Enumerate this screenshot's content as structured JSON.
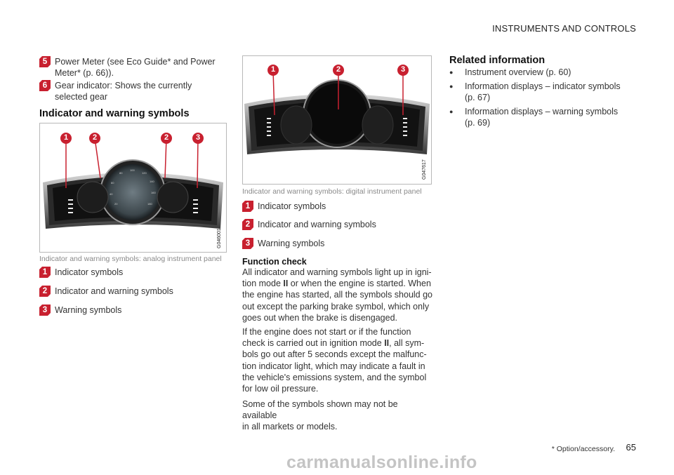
{
  "header": {
    "section": "INSTRUMENTS AND CONTROLS"
  },
  "col1": {
    "items": [
      {
        "num": "5",
        "text": "Power Meter (see Eco Guide* and Power Meter* (p. 66))."
      },
      {
        "num": "6",
        "text": "Gear indicator: Shows the currently selected gear"
      }
    ],
    "heading": "Indicator and warning symbols",
    "figure": {
      "code": "G046001",
      "callouts": [
        "1",
        "2",
        "2",
        "3"
      ],
      "caption": "Indicator and warning symbols: analog instrument panel"
    },
    "legend": [
      {
        "num": "1",
        "text": "Indicator symbols"
      },
      {
        "num": "2",
        "text": "Indicator and warning symbols"
      },
      {
        "num": "3",
        "text": "Warning symbols"
      }
    ]
  },
  "col2": {
    "figure": {
      "code": "G047617",
      "callouts": [
        "1",
        "2",
        "3"
      ],
      "caption": "Indicator and warning symbols: digital instrument panel"
    },
    "legend": [
      {
        "num": "1",
        "text": "Indicator symbols"
      },
      {
        "num": "2",
        "text": "Indicator and warning symbols"
      },
      {
        "num": "3",
        "text": "Warning symbols"
      }
    ],
    "subheading": "Function check",
    "para1": {
      "l1": "All indicator and warning symbols light up in igni-",
      "l2a": "tion mode ",
      "mode": "II",
      "l2b": " or when the engine is started. When",
      "l3": "the engine has started, all the symbols should go",
      "l4": "out except the parking brake symbol, which only",
      "l5": "goes out when the brake is disengaged."
    },
    "para2": {
      "l1": "If the engine does not start or if the function",
      "l2a": "check is carried out in ignition mode ",
      "mode": "II",
      "l2b": ", all sym-",
      "l3": "bols go out after 5 seconds except the malfunc-",
      "l4": "tion indicator light, which may indicate a fault in",
      "l5": "the vehicle's emissions system, and the symbol",
      "l6": "for low oil pressure."
    },
    "para3": {
      "l1": "Some of the symbols shown may not be available",
      "l2": "in all markets or models."
    }
  },
  "col3": {
    "heading": "Related information",
    "bullets": [
      {
        "l1": "Instrument overview (p. 60)",
        "l2": ""
      },
      {
        "l1": "Information displays – indicator symbols",
        "l2": "(p. 67)"
      },
      {
        "l1": "Information displays – warning symbols",
        "l2": "(p. 69)"
      }
    ],
    "bullet_glyph": "●"
  },
  "footer": {
    "note": "* Option/accessory.",
    "page": "65",
    "watermark": "carmanualsonline.info"
  },
  "colors": {
    "callout": "#c8202f",
    "caption": "#8a8a8a",
    "rule": "#b8b8b8"
  }
}
